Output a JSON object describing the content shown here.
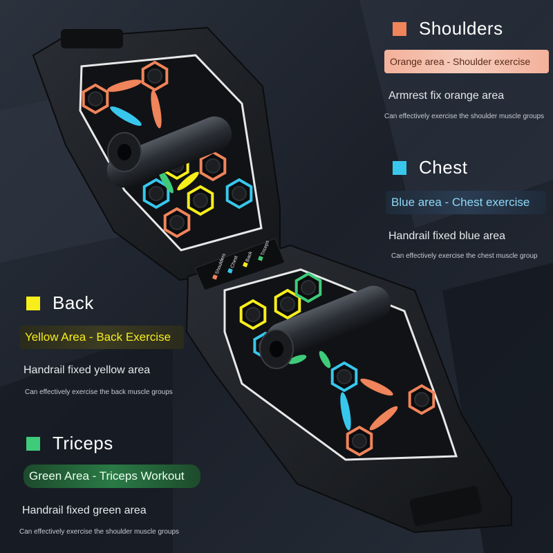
{
  "colors": {
    "orange": "#f0845a",
    "blue": "#38c7ec",
    "yellow": "#f7ee1c",
    "green": "#3fcb7a",
    "background": "#1d232d"
  },
  "sections": {
    "shoulders": {
      "title": "Shoulders",
      "banner": "Orange area - Shoulder exercise",
      "fix": "Armrest fix orange area",
      "desc": "Can effectively exercise the shoulder muscle groups"
    },
    "chest": {
      "title": "Chest",
      "banner": "Blue area - Chest exercise",
      "fix": "Handrail fixed blue area",
      "desc": "Can effectively exercise the chest muscle group"
    },
    "back": {
      "title": "Back",
      "banner": "Yellow Area - Back Exercise",
      "fix": "Handrail fixed yellow area",
      "desc": "Can effectively exercise the back muscle groups"
    },
    "triceps": {
      "title": "Triceps",
      "banner": "Green Area - Triceps Workout",
      "fix": "Handrail fixed green area",
      "desc": "Can effectively exercise the shoulder muscle groups"
    }
  },
  "board_legend": {
    "shoulders": "Shoulders",
    "chest": "Chest",
    "back": "Back",
    "triceps": "Triceps"
  }
}
